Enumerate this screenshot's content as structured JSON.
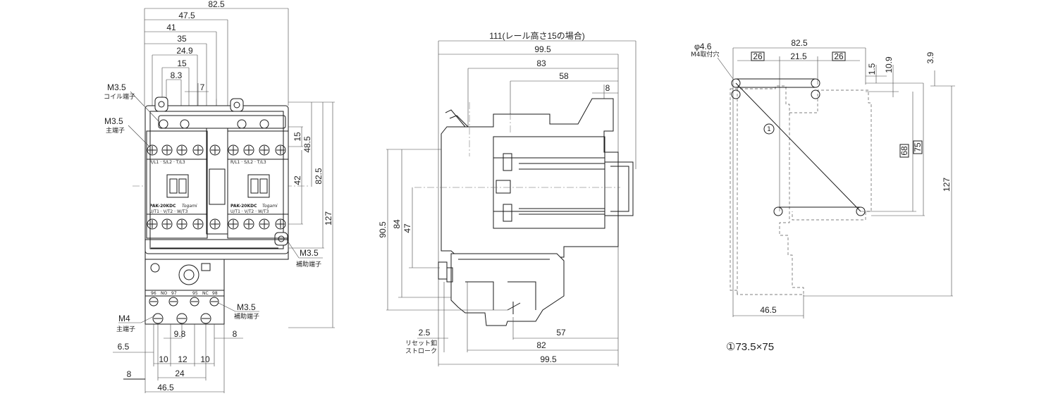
{
  "front_view": {
    "dims": {
      "w_825": "82.5",
      "w_475": "47.5",
      "w_41": "41",
      "w_35": "35",
      "w_249": "24.9",
      "w_15": "15",
      "w_83": "8.3",
      "w_7": "7",
      "h_15": "15",
      "h_485": "48.5",
      "h_825": "82.5",
      "h_42": "42",
      "h_127": "127",
      "b_98": "9.8",
      "b_8": "8",
      "b_65": "6.5",
      "b_10a": "10",
      "b_12": "12",
      "b_10b": "10",
      "b_24": "24",
      "b_8b": "8",
      "b_465": "46.5"
    },
    "callouts": {
      "coil_terminal": "M3.5",
      "coil_terminal_sub": "コイル端子",
      "main_terminal": "M3.5",
      "main_terminal_sub": "主端子",
      "aux_terminal": "M3.5",
      "aux_terminal_sub": "補助端子",
      "relay_main": "M4",
      "relay_main_sub": "主端子",
      "relay_aux": "M3.5",
      "relay_aux_sub": "補助端子"
    },
    "labels": {
      "model_left": "PAK-20KDC",
      "model_right": "PAK-20KDC",
      "brand_left": "Togami",
      "brand_right": "Togami",
      "top_row": "R/L1 · S/L2 · T/L3",
      "bottom_row": "U/T1 · V/T2 · W/T3",
      "relay_terminals": [
        "96",
        "NO",
        "97",
        "95",
        "NC",
        "98"
      ]
    }
  },
  "side_view": {
    "dims": {
      "top_111": "111(レール高さ15の場合)",
      "top_995": "99.5",
      "top_83": "83",
      "top_58": "58",
      "top_8": "8",
      "h_905": "90.5",
      "h_84": "84",
      "h_47": "47",
      "b_25": "2.5",
      "b_57": "57",
      "b_82": "82",
      "b_995": "99.5",
      "reset_line1": "リセット釦",
      "reset_line2": "ストローク"
    }
  },
  "mount_view": {
    "dims": {
      "hole": "φ4.6",
      "hole_sub": "M4取付穴",
      "w_825": "82.5",
      "w_26a": "26",
      "w_215": "21.5",
      "w_26b": "26",
      "h_15": "1.5",
      "h_109": "10.9",
      "h_39": "3.9",
      "h_68": "68",
      "h_75": "75",
      "h_127": "127",
      "b_465": "46.5",
      "circle_num": "1"
    },
    "note": "①73.5×75"
  }
}
